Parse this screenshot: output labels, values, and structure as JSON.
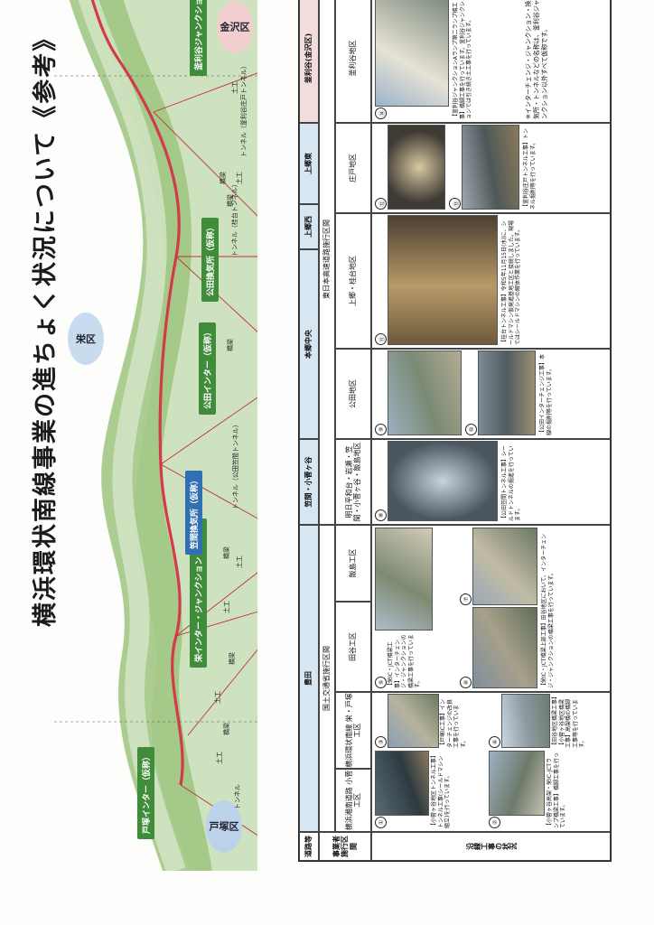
{
  "title": "横浜環状南線事業の進ちょく状況について《参考》",
  "map": {
    "wards": [
      {
        "name": "戸塚区",
        "color": "#bcd2e8"
      },
      {
        "name": "栄区",
        "color": "#c9dcef"
      },
      {
        "name": "金沢区",
        "color": "#f2cfcf"
      }
    ],
    "callouts": [
      {
        "text": "戸塚インター（仮称）",
        "style": "green"
      },
      {
        "text": "栄インター・ジャンクション（仮称）",
        "style": "green"
      },
      {
        "text": "笠間換気所（仮称）",
        "style": "blue"
      },
      {
        "text": "公田インター（仮称）",
        "style": "green"
      },
      {
        "text": "公田換気所（仮称）",
        "style": "green"
      },
      {
        "text": "釜利谷ジャンクション",
        "style": "green"
      }
    ],
    "structure_labels": [
      "トンネル",
      "土工",
      "橋梁",
      "土工",
      "橋梁",
      "土工",
      "土工",
      "橋梁",
      "トンネル（公田笠間トンネル）",
      "橋梁",
      "トンネル（桂台トンネル）",
      "橋梁",
      "土工",
      "橋梁",
      "トンネル（釜利谷庄戸トンネル）",
      "土工"
    ]
  },
  "table": {
    "row_headers": {
      "route": "道路等",
      "agency": "事業者施行区間",
      "status": "沿線工事の状況"
    },
    "routes": [
      {
        "label": "釜利谷(金沢区)"
      },
      {
        "label": "上郷東"
      },
      {
        "label": "上郷西"
      },
      {
        "label": "本郷中央"
      },
      {
        "label": "笠間・小菅ヶ谷"
      },
      {
        "label": "豊田"
      }
    ],
    "agencies": {
      "nexco": "東日本高速道路施行区間",
      "nexco_sub": "明日平和台・岩瀬・笠間・小菅ヶ谷・飯島地区",
      "mlit": "国土交通省施行区間"
    },
    "sections": [
      {
        "name": "釜利谷地区"
      },
      {
        "name": "庄戸地区"
      },
      {
        "name": "上郷・桂台地区"
      },
      {
        "name": "公田地区"
      },
      {
        "name": "明日平和台・岩瀬・笠間・小菅ヶ谷・飯島地区"
      },
      {
        "name": "飯島工区"
      },
      {
        "name": "田谷工区"
      },
      {
        "name": "横浜環状南線 栄・戸塚工区"
      },
      {
        "name": "横浜湘南道路 小菅工区"
      }
    ],
    "photos": [
      {
        "num": "⑭",
        "caption": "【釜利谷ジャンクションAランプ第二ランプ橋工事】橋脚工事を行っています。釜利谷ジャンクションでは引き続き土工事を行っています。"
      },
      {
        "num": "⑫",
        "caption": ""
      },
      {
        "num": "⑬",
        "caption": "【釜利谷庄戸トンネル工事】トンネル掘削等を行っています。"
      },
      {
        "num": "⑪",
        "caption": "【桂台トンネル工事】令和5年11月15日(水)に、シールドマシン仮発進基地工区と接続しました。現場ではシールドマシンの解体作業を行っています。"
      },
      {
        "num": "⑨",
        "caption": ""
      },
      {
        "num": "⑩",
        "caption": "【公田インターチェンジ工事】本線の掘削等を行っています。"
      },
      {
        "num": "⑧",
        "caption": "【公田笠間トンネル工事】シールドトンネルの掘進を行っています。"
      },
      {
        "num": "⑤",
        "caption": "【栄IC・JCT橋梁工事】インターチェンジ・ジャンクションの橋梁工事を行っています。"
      },
      {
        "num": "⑥",
        "caption": ""
      },
      {
        "num": "⑦",
        "caption": "【栄IC・JCT橋梁上部工事】田谷地区において、インターチェンジ・ジャンクションの橋梁工事を行っています。"
      },
      {
        "num": "③",
        "caption": "【戸塚IC工事】インターチェンジの改良工事を行っています。"
      },
      {
        "num": "④",
        "caption": "【田谷地区橋梁工事】【小菅ヶ谷地区橋梁工事】高架橋の橋脚工事等を行っています。"
      },
      {
        "num": "①",
        "caption": "【小菅ヶ谷地区トンネル工事】トンネル工事(シールドマシン組立)を行っています。"
      },
      {
        "num": "②",
        "caption": "【小菅ヶ谷高架・栄IC-JCTランプ橋梁工事】橋脚工事を行っています。"
      }
    ],
    "note": "※インターチェンジ・ジャンクション・換気所・トンネルなどの名称は、釜利谷ジャンクション以外すべて仮称です。"
  }
}
